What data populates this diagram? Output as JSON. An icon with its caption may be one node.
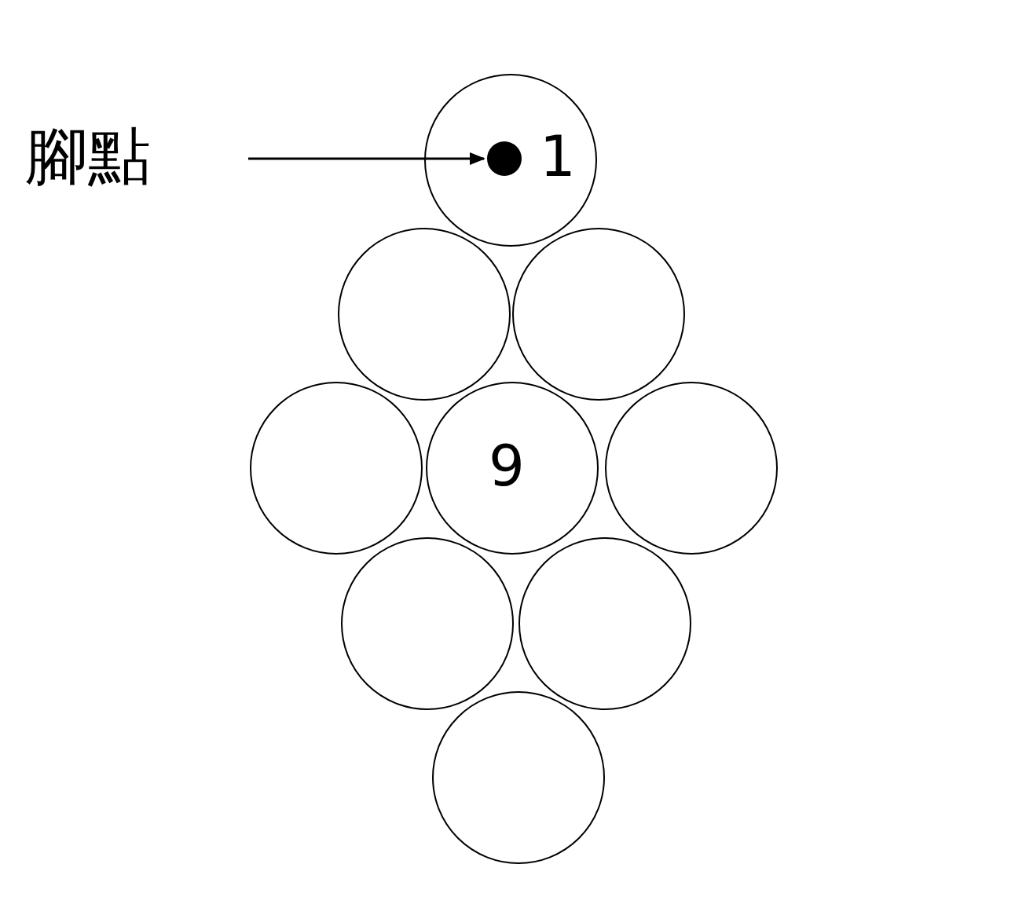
{
  "diagram": {
    "nodes": [
      {
        "text": [
          "腳點"
        ]
      },
      {
        "text": [
          "1"
        ]
      },
      {
        "text": [],
        "shape": "circle",
        "in": 1
      },
      {
        "text": [],
        "shape": "circle"
      },
      {
        "text": [],
        "shape": "circle"
      },
      {
        "text": [],
        "shape": "circle"
      },
      {
        "text": [
          "9"
        ]
      },
      {
        "text": [],
        "shape": "circle"
      },
      {
        "text": [],
        "shape": "circle"
      },
      {
        "text": [],
        "shape": "circle"
      },
      {
        "text": [],
        "shape": "circle"
      }
    ],
    "edges": [
      {
        "from": 0,
        "to": 2,
        "arrow": "to"
      }
    ]
  }
}
